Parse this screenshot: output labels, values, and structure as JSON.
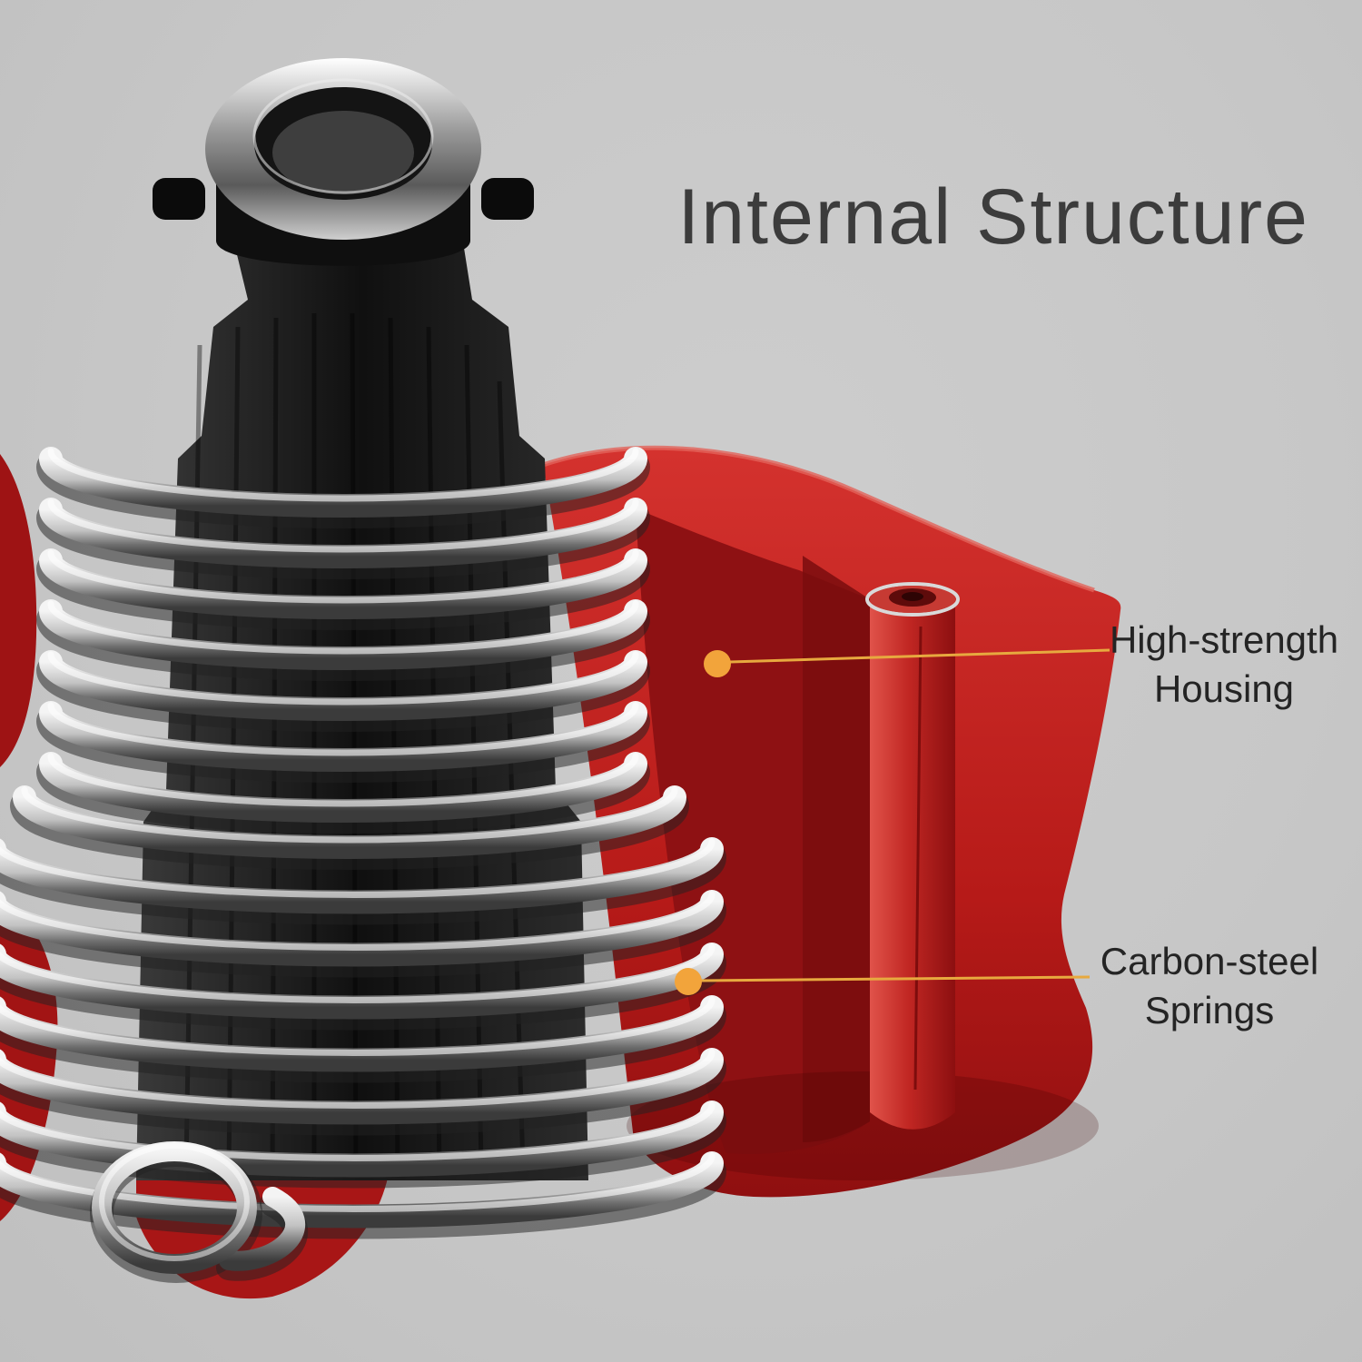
{
  "title": "Internal Structure",
  "annotations": [
    {
      "id": "housing",
      "lines": [
        "High-strength",
        "Housing"
      ]
    },
    {
      "id": "springs",
      "lines": [
        "Carbon-steel",
        "Springs"
      ]
    }
  ],
  "colors": {
    "background": "#c8c8c8",
    "title_text": "#3c3c3c",
    "label_text": "#242424",
    "accent_dot": "#f2a43b",
    "leader_line": "#e7a93f",
    "housing_red": "#b61a18",
    "housing_dark_red": "#8e1113",
    "spring_chrome": "#c9c9c9",
    "core_black": "#111111"
  }
}
